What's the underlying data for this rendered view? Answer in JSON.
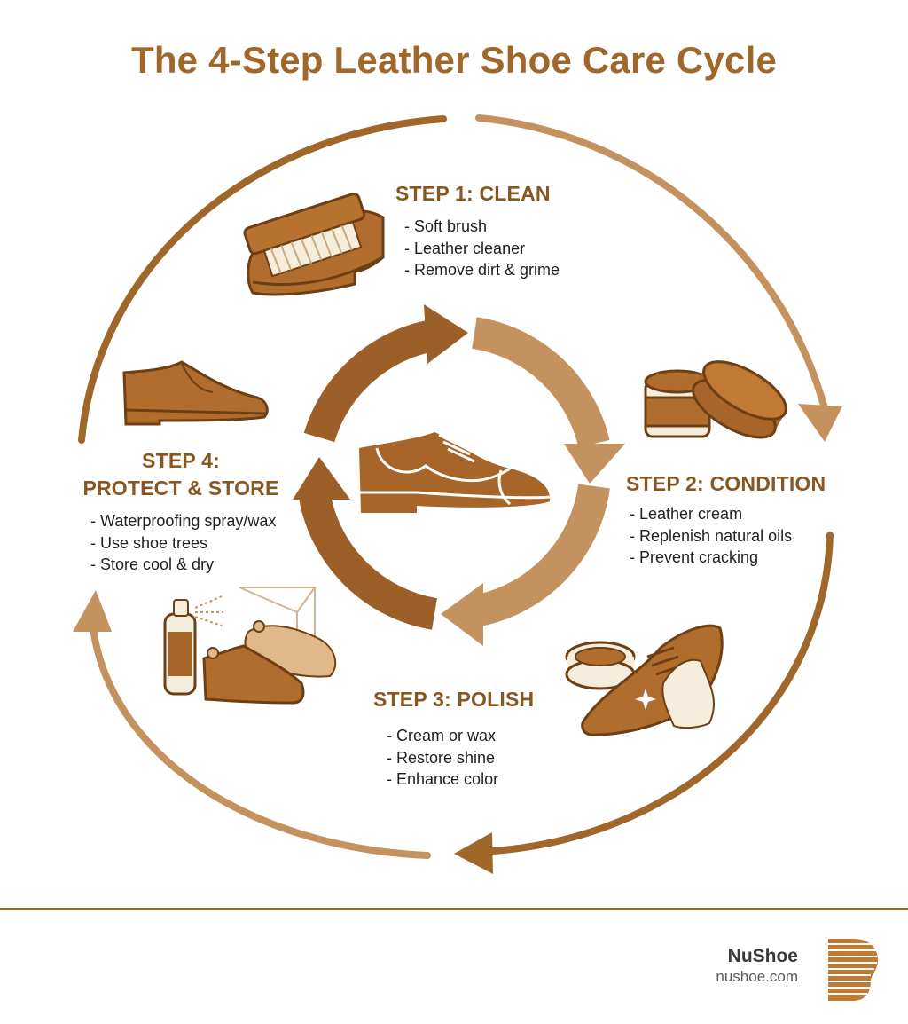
{
  "title": "The 4-Step Leather Shoe Care Cycle",
  "steps": [
    {
      "heading": "STEP 1: CLEAN",
      "items": [
        "Soft brush",
        "Leather cleaner",
        "Remove dirt & grime"
      ]
    },
    {
      "heading": "STEP 2: CONDITION",
      "items": [
        "Leather cream",
        "Replenish natural oils",
        "Prevent cracking"
      ]
    },
    {
      "heading": "STEP 3: POLISH",
      "items": [
        "Cream or wax",
        "Restore shine",
        "Enhance color"
      ]
    },
    {
      "heading_line1": "STEP 4:",
      "heading_line2": "PROTECT & STORE",
      "items": [
        "Waterproofing spray/wax",
        "Use shoe trees",
        "Store cool & dry"
      ]
    }
  ],
  "footer": {
    "brand": "NuShoe",
    "url": "nushoe.com"
  },
  "colors": {
    "dark_brown": "#8a5620",
    "light_brown": "#c4925e",
    "leather": "#b06d2e",
    "title": "#a0672a"
  }
}
